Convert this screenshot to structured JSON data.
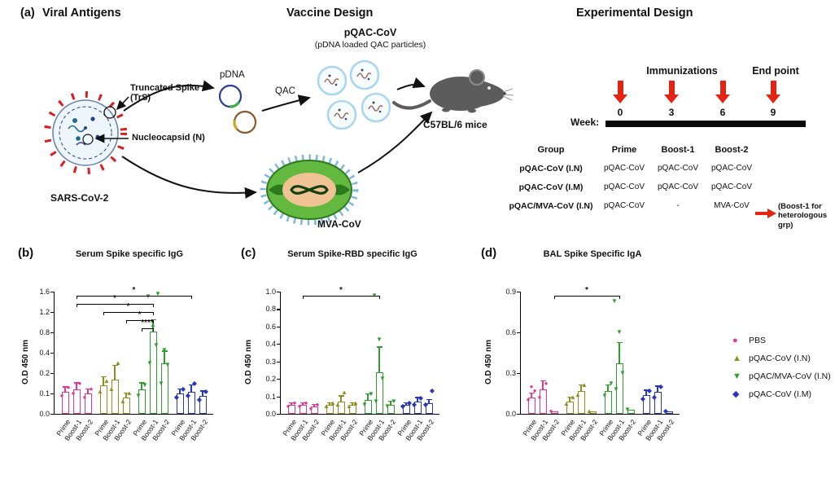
{
  "panel_labels": {
    "a": "(a)",
    "b": "(b)",
    "c": "(c)",
    "d": "(d)"
  },
  "panel_a": {
    "headings": {
      "viral_antigens": "Viral Antigens",
      "vaccine_design": "Vaccine Design",
      "experimental_design": "Experimental Design"
    },
    "virus": {
      "name": "SARS-CoV-2",
      "spike_label": "Truncated Spike (TrS)",
      "nucleocapsid_label": "Nucleocapsid (N)"
    },
    "vaccine": {
      "pdna_label": "pDNA",
      "qac_label": "QAC",
      "particle_title": "pQAC-CoV",
      "particle_subtitle": "(pDNA loaded QAC particles)",
      "mva_label": "MVA-CoV"
    },
    "mouse_label": "C57BL/6 mice",
    "timeline": {
      "immunizations_label": "Immunizations",
      "endpoint_label": "End point",
      "week_label": "Week:",
      "weeks": [
        "0",
        "3",
        "6",
        "9"
      ]
    },
    "table": {
      "headers": [
        "Group",
        "Prime",
        "Boost-1",
        "Boost-2"
      ],
      "rows": [
        {
          "group": "pQAC-CoV (I.N)",
          "prime": "pQAC-CoV",
          "boost1": "pQAC-CoV",
          "boost2": "pQAC-CoV"
        },
        {
          "group": "pQAC-CoV (I.M)",
          "prime": "pQAC-CoV",
          "boost1": "pQAC-CoV",
          "boost2": "pQAC-CoV"
        },
        {
          "group": "pQAC/MVA-CoV (I.N)",
          "prime": "pQAC-CoV",
          "boost1": "-",
          "boost2": "MVA-CoV"
        }
      ],
      "note": "(Boost-1 for heterologous grp)"
    }
  },
  "legend": {
    "items": [
      {
        "label": "PBS",
        "symbol": "circle",
        "color": "#e5358f"
      },
      {
        "label": "pQAC-CoV (I.N)",
        "symbol": "triangle-up",
        "color": "#8e8e20"
      },
      {
        "label": "pQAC/MVA-CoV (I.N)",
        "symbol": "triangle-down",
        "color": "#2e9f2e"
      },
      {
        "label": "pQAC-CoV (I.M)",
        "symbol": "diamond",
        "color": "#2836be"
      }
    ]
  },
  "chart_data": [
    {
      "type": "bar",
      "title": "Serum Spike specific IgG",
      "ylabel": "O.D 450 nm",
      "ylim": [
        0,
        1.6
      ],
      "yticks": [
        0.0,
        0.1,
        0.2,
        0.4,
        0.8,
        1.2,
        1.6
      ],
      "timepoints": [
        "Prime",
        "Boost-1",
        "Boost-2"
      ],
      "groups": [
        {
          "name": "PBS",
          "color": "#e5358f",
          "symbol": "circle",
          "values": [
            0.11,
            0.12,
            0.1
          ],
          "errors": [
            0.02,
            0.03,
            0.02
          ],
          "points": [
            [
              0.09,
              0.13
            ],
            [
              0.1,
              0.15
            ],
            [
              0.08,
              0.12
            ]
          ]
        },
        {
          "name": "pQAC-CoV (I.N)",
          "color": "#8e8e20",
          "symbol": "triangle-up",
          "values": [
            0.14,
            0.17,
            0.08
          ],
          "errors": [
            0.04,
            0.1,
            0.02
          ],
          "points": [
            [
              0.11,
              0.16
            ],
            [
              0.12,
              0.3
            ],
            [
              0.06,
              0.1
            ]
          ]
        },
        {
          "name": "pQAC/MVA-CoV (I.N)",
          "color": "#2e9f2e",
          "symbol": "triangle-down",
          "values": [
            0.12,
            0.82,
            0.3
          ],
          "errors": [
            0.03,
            0.22,
            0.12
          ],
          "points": [
            [
              0.09,
              0.14
            ],
            [
              0.3,
              0.55,
              0.9,
              1.5,
              1.55
            ],
            [
              0.15,
              0.28,
              0.45
            ]
          ]
        },
        {
          "name": "pQAC-CoV (I.M)",
          "color": "#2836be",
          "symbol": "diamond",
          "values": [
            0.1,
            0.11,
            0.09
          ],
          "errors": [
            0.02,
            0.03,
            0.02
          ],
          "points": [
            [
              0.08,
              0.12
            ],
            [
              0.09,
              0.15
            ],
            [
              0.07,
              0.11
            ]
          ]
        }
      ],
      "significance": [
        {
          "x1": 1,
          "x2": 10,
          "label": "*",
          "row": 0
        },
        {
          "x1": 1,
          "x2": 7,
          "label": "*",
          "row": 1
        },
        {
          "x1": 3,
          "x2": 7,
          "label": "*",
          "row": 2
        },
        {
          "x1": 5,
          "x2": 7,
          "label": "*",
          "row": 3
        },
        {
          "x1": 6,
          "x2": 7,
          "label": "****",
          "row": 4
        }
      ]
    },
    {
      "type": "bar",
      "title": "Serum Spike-RBD specific IgG",
      "ylabel": "O.D 450 nm",
      "ylim": [
        0,
        1.0
      ],
      "yticks": [
        0.0,
        0.1,
        0.2,
        0.3,
        0.4,
        0.6,
        0.8,
        1.0
      ],
      "timepoints": [
        "Prime",
        "Boost-1",
        "Boost-2"
      ],
      "groups": [
        {
          "name": "PBS",
          "color": "#e5358f",
          "symbol": "circle",
          "values": [
            0.05,
            0.05,
            0.04
          ],
          "errors": [
            0.01,
            0.01,
            0.01
          ],
          "points": [
            [
              0.04,
              0.06
            ],
            [
              0.04,
              0.06
            ],
            [
              0.03,
              0.05
            ]
          ]
        },
        {
          "name": "pQAC-CoV (I.N)",
          "color": "#8e8e20",
          "symbol": "triangle-up",
          "values": [
            0.05,
            0.07,
            0.05
          ],
          "errors": [
            0.01,
            0.03,
            0.01
          ],
          "points": [
            [
              0.04,
              0.06
            ],
            [
              0.05,
              0.12
            ],
            [
              0.04,
              0.06
            ]
          ]
        },
        {
          "name": "pQAC/MVA-CoV (I.N)",
          "color": "#2e9f2e",
          "symbol": "triangle-down",
          "values": [
            0.08,
            0.24,
            0.05
          ],
          "errors": [
            0.03,
            0.14,
            0.02
          ],
          "points": [
            [
              0.05,
              0.11
            ],
            [
              0.07,
              0.2,
              0.45,
              0.95
            ],
            [
              0.04,
              0.07
            ]
          ]
        },
        {
          "name": "pQAC-CoV (I.M)",
          "color": "#2836be",
          "symbol": "diamond",
          "values": [
            0.05,
            0.07,
            0.06
          ],
          "errors": [
            0.01,
            0.02,
            0.02
          ],
          "points": [
            [
              0.04,
              0.06
            ],
            [
              0.05,
              0.09
            ],
            [
              0.05,
              0.13
            ]
          ]
        }
      ],
      "significance": [
        {
          "x1": 1,
          "x2": 7,
          "label": "*",
          "row": 0
        }
      ]
    },
    {
      "type": "bar",
      "title": "BAL Spike Specific IgA",
      "ylabel": "O.D 450 nm",
      "ylim": [
        0,
        0.9
      ],
      "yticks": [
        0.0,
        0.3,
        0.6,
        0.9
      ],
      "timepoints": [
        "Prime",
        "Boost-1",
        "Boost-2"
      ],
      "groups": [
        {
          "name": "PBS",
          "color": "#e5358f",
          "symbol": "circle",
          "values": [
            0.12,
            0.18,
            0.02
          ],
          "errors": [
            0.03,
            0.06,
            0.0
          ],
          "points": [
            [
              0.1,
              0.17,
              0.2
            ],
            [
              0.12,
              0.22
            ],
            [
              0.02
            ]
          ]
        },
        {
          "name": "pQAC-CoV (I.N)",
          "color": "#8e8e20",
          "symbol": "triangle-up",
          "values": [
            0.09,
            0.17,
            0.02
          ],
          "errors": [
            0.03,
            0.04,
            0.0
          ],
          "points": [
            [
              0.07,
              0.12
            ],
            [
              0.14,
              0.21
            ],
            [
              0.02
            ]
          ]
        },
        {
          "name": "pQAC/MVA-CoV (I.N)",
          "color": "#2e9f2e",
          "symbol": "triangle-down",
          "values": [
            0.17,
            0.37,
            0.03
          ],
          "errors": [
            0.04,
            0.15,
            0.0
          ],
          "points": [
            [
              0.13,
              0.22
            ],
            [
              0.18,
              0.3,
              0.6,
              0.83
            ],
            [
              0.03
            ]
          ]
        },
        {
          "name": "pQAC-CoV (I.M)",
          "color": "#2836be",
          "symbol": "diamond",
          "values": [
            0.14,
            0.16,
            0.02
          ],
          "errors": [
            0.03,
            0.04,
            0.0
          ],
          "points": [
            [
              0.11,
              0.17
            ],
            [
              0.12,
              0.2
            ],
            [
              0.02
            ]
          ]
        }
      ],
      "significance": [
        {
          "x1": 2,
          "x2": 7,
          "label": "*",
          "row": 0
        }
      ]
    }
  ]
}
